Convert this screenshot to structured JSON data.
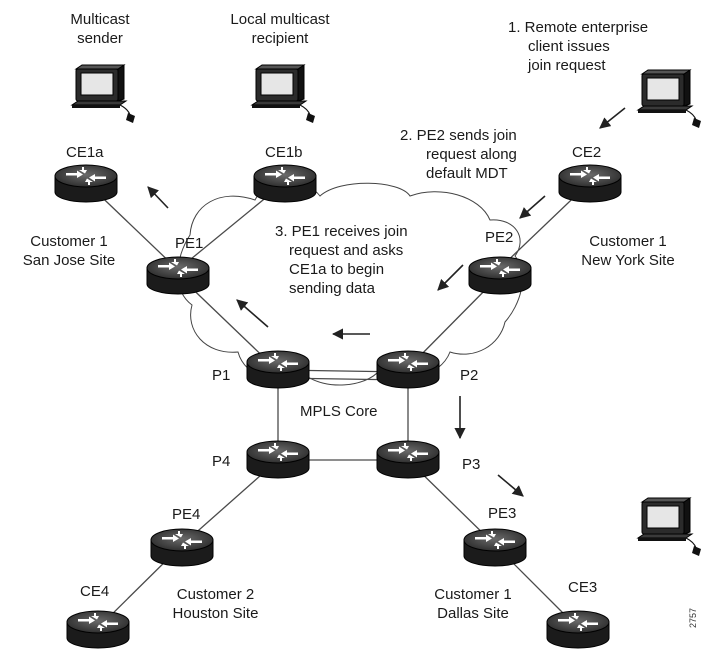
{
  "hosts": {
    "multicast_sender": [
      "Multicast",
      "sender"
    ],
    "local_recipient": [
      "Local multicast",
      "recipient"
    ]
  },
  "steps": {
    "step1": [
      "1. Remote enterprise",
      "client issues",
      "join request"
    ],
    "step2": [
      "2. PE2 sends join",
      "request along",
      "default MDT"
    ],
    "step3": [
      "3. PE1 receives join",
      "request and asks",
      "CE1a to begin",
      "sending data"
    ]
  },
  "routers": {
    "ce1a": "CE1a",
    "ce1b": "CE1b",
    "ce2": "CE2",
    "pe1": "PE1",
    "pe2": "PE2",
    "p1": "P1",
    "p2": "P2",
    "p3": "P3",
    "p4": "P4",
    "pe3": "PE3",
    "pe4": "PE4",
    "ce3": "CE3",
    "ce4": "CE4"
  },
  "sites": {
    "san_jose": [
      "Customer 1",
      "San Jose Site"
    ],
    "new_york": [
      "Customer 1",
      "New York Site"
    ],
    "houston": [
      "Customer 2",
      "Houston Site"
    ],
    "dallas": [
      "Customer 1",
      "Dallas Site"
    ]
  },
  "core_label": "MPLS Core",
  "figure_id": "2757"
}
